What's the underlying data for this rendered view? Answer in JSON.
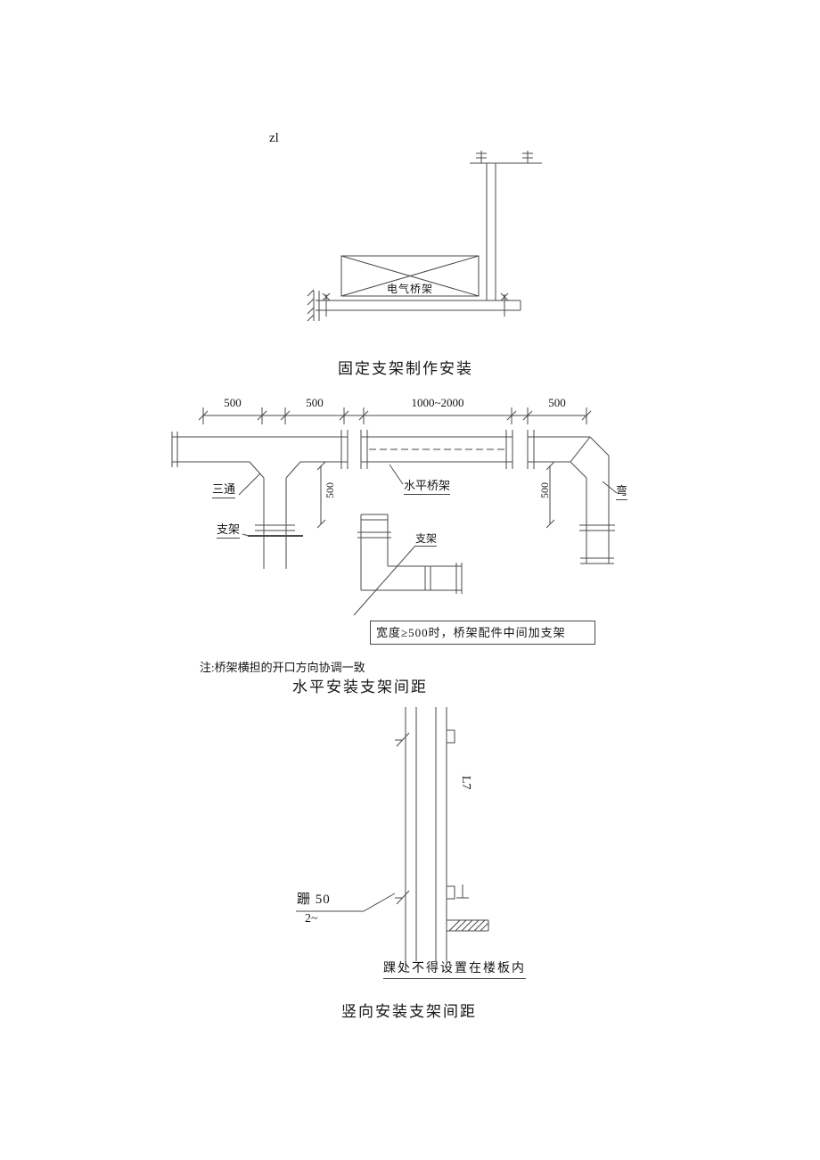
{
  "page": {
    "top_text": "zl"
  },
  "figure_fixed": {
    "tray_label": "电气桥架",
    "caption": "固定支架制作安装"
  },
  "figure_horizontal": {
    "dim_500_a": "500",
    "dim_500_b": "500",
    "dim_1000_2000": "1000~2000",
    "dim_500_c": "500",
    "dim_500_v_left": "500",
    "dim_500_v_right": "500",
    "label_tee": "三通",
    "label_support": "支架",
    "label_horizontal_tray": "水平桥架",
    "label_bend": "弯",
    "label_detail_support": "支架",
    "box_note": "宽度≥500时，桥架配件中间加支架",
    "footnote": "注:桥架横担的开口方向协调一致",
    "caption": "水平安装支架间距"
  },
  "figure_vertical": {
    "dim_rotated": "L7",
    "label_line1": "跚 50",
    "label_line2": "2~",
    "footnote": "踝处不得设置在楼板内",
    "caption": "竖向安装支架间距"
  }
}
